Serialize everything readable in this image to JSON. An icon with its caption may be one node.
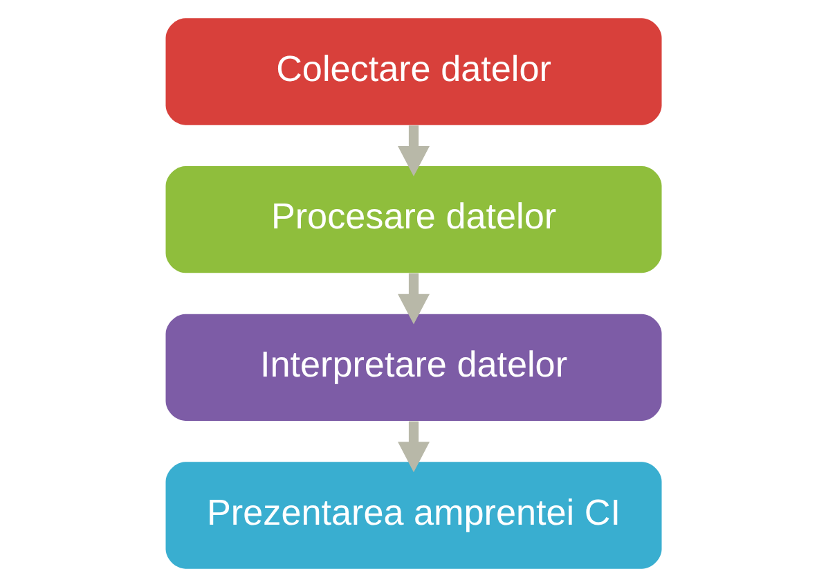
{
  "diagram": {
    "nodes": [
      {
        "text": [
          "Colectare datelor"
        ]
      },
      {
        "text": [
          "Procesare datelor"
        ]
      },
      {
        "text": [
          "Interpretare datelor"
        ]
      },
      {
        "text": [
          "Prezentarea amprentei CI"
        ]
      }
    ],
    "edges": [
      {
        "from": 0,
        "to": 1,
        "arrow": "to"
      },
      {
        "from": 1,
        "to": 2,
        "arrow": "to"
      },
      {
        "from": 2,
        "to": 3,
        "arrow": "to"
      }
    ]
  }
}
